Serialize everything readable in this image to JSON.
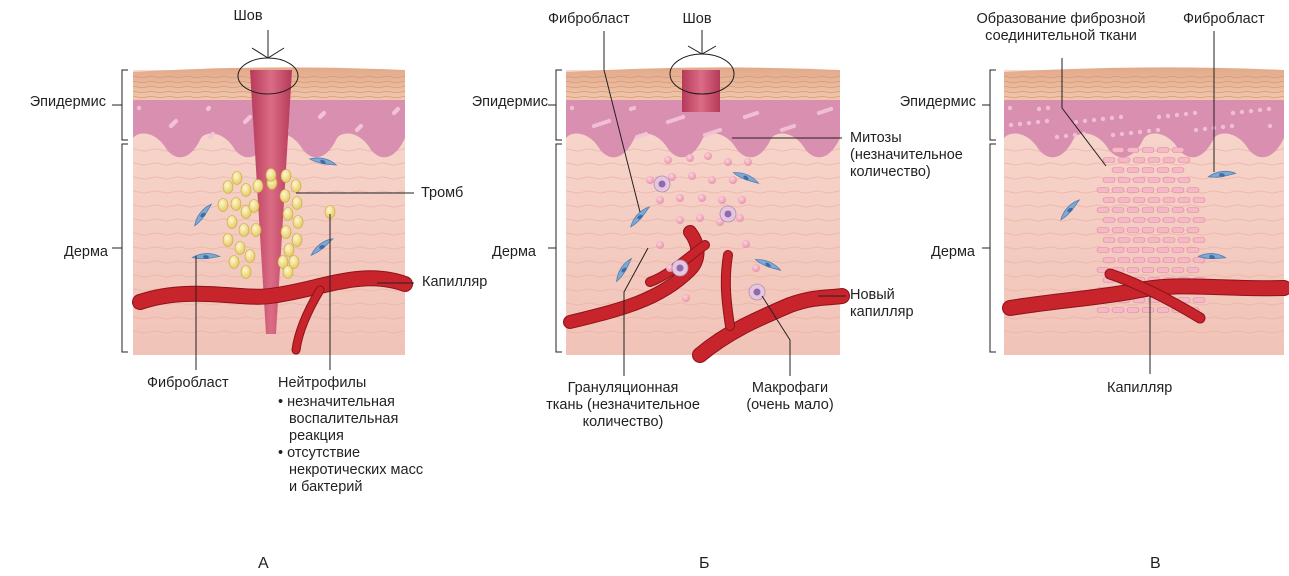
{
  "panels": [
    {
      "letter": "А",
      "labels": {
        "suture": "Шов",
        "epidermis": "Эпидермис",
        "dermis": "Дерма",
        "thrombus": "Тромб",
        "capillary": "Капилляр",
        "fibroblast": "Фибробласт",
        "neutrophils": "Нейтрофилы",
        "notes": [
          "• незначительная\nвоспалительная\nреакция",
          "• отсутствие\nнекротических масс\nи бактерий"
        ]
      }
    },
    {
      "letter": "Б",
      "labels": {
        "fibroblast": "Фибробласт",
        "suture": "Шов",
        "epidermis": "Эпидермис",
        "dermis": "Дерма",
        "mitoses": "Митозы\n(незначительное\nколичество)",
        "new_capillary": "Новый\nкапилляр",
        "granulation": "Грануляционная\nткань (незначительное\nколичество)",
        "macrophages": "Макрофаги\n(очень мало)"
      }
    },
    {
      "letter": "В",
      "labels": {
        "fibrous": "Образование фиброзной\nсоединительной ткани",
        "fibroblast": "Фибробласт",
        "epidermis": "Эпидермис",
        "dermis": "Дерма",
        "capillary": "Капилляр"
      }
    }
  ],
  "colors": {
    "skin_top": "#e9b79c",
    "epidermis": "#d98fb0",
    "dermis": "#f5cfc6",
    "vessel": "#c8242c",
    "fibroblast": "#7fa9d4",
    "neutrophil": "#f3e08a",
    "wound": "#c94f6c"
  }
}
